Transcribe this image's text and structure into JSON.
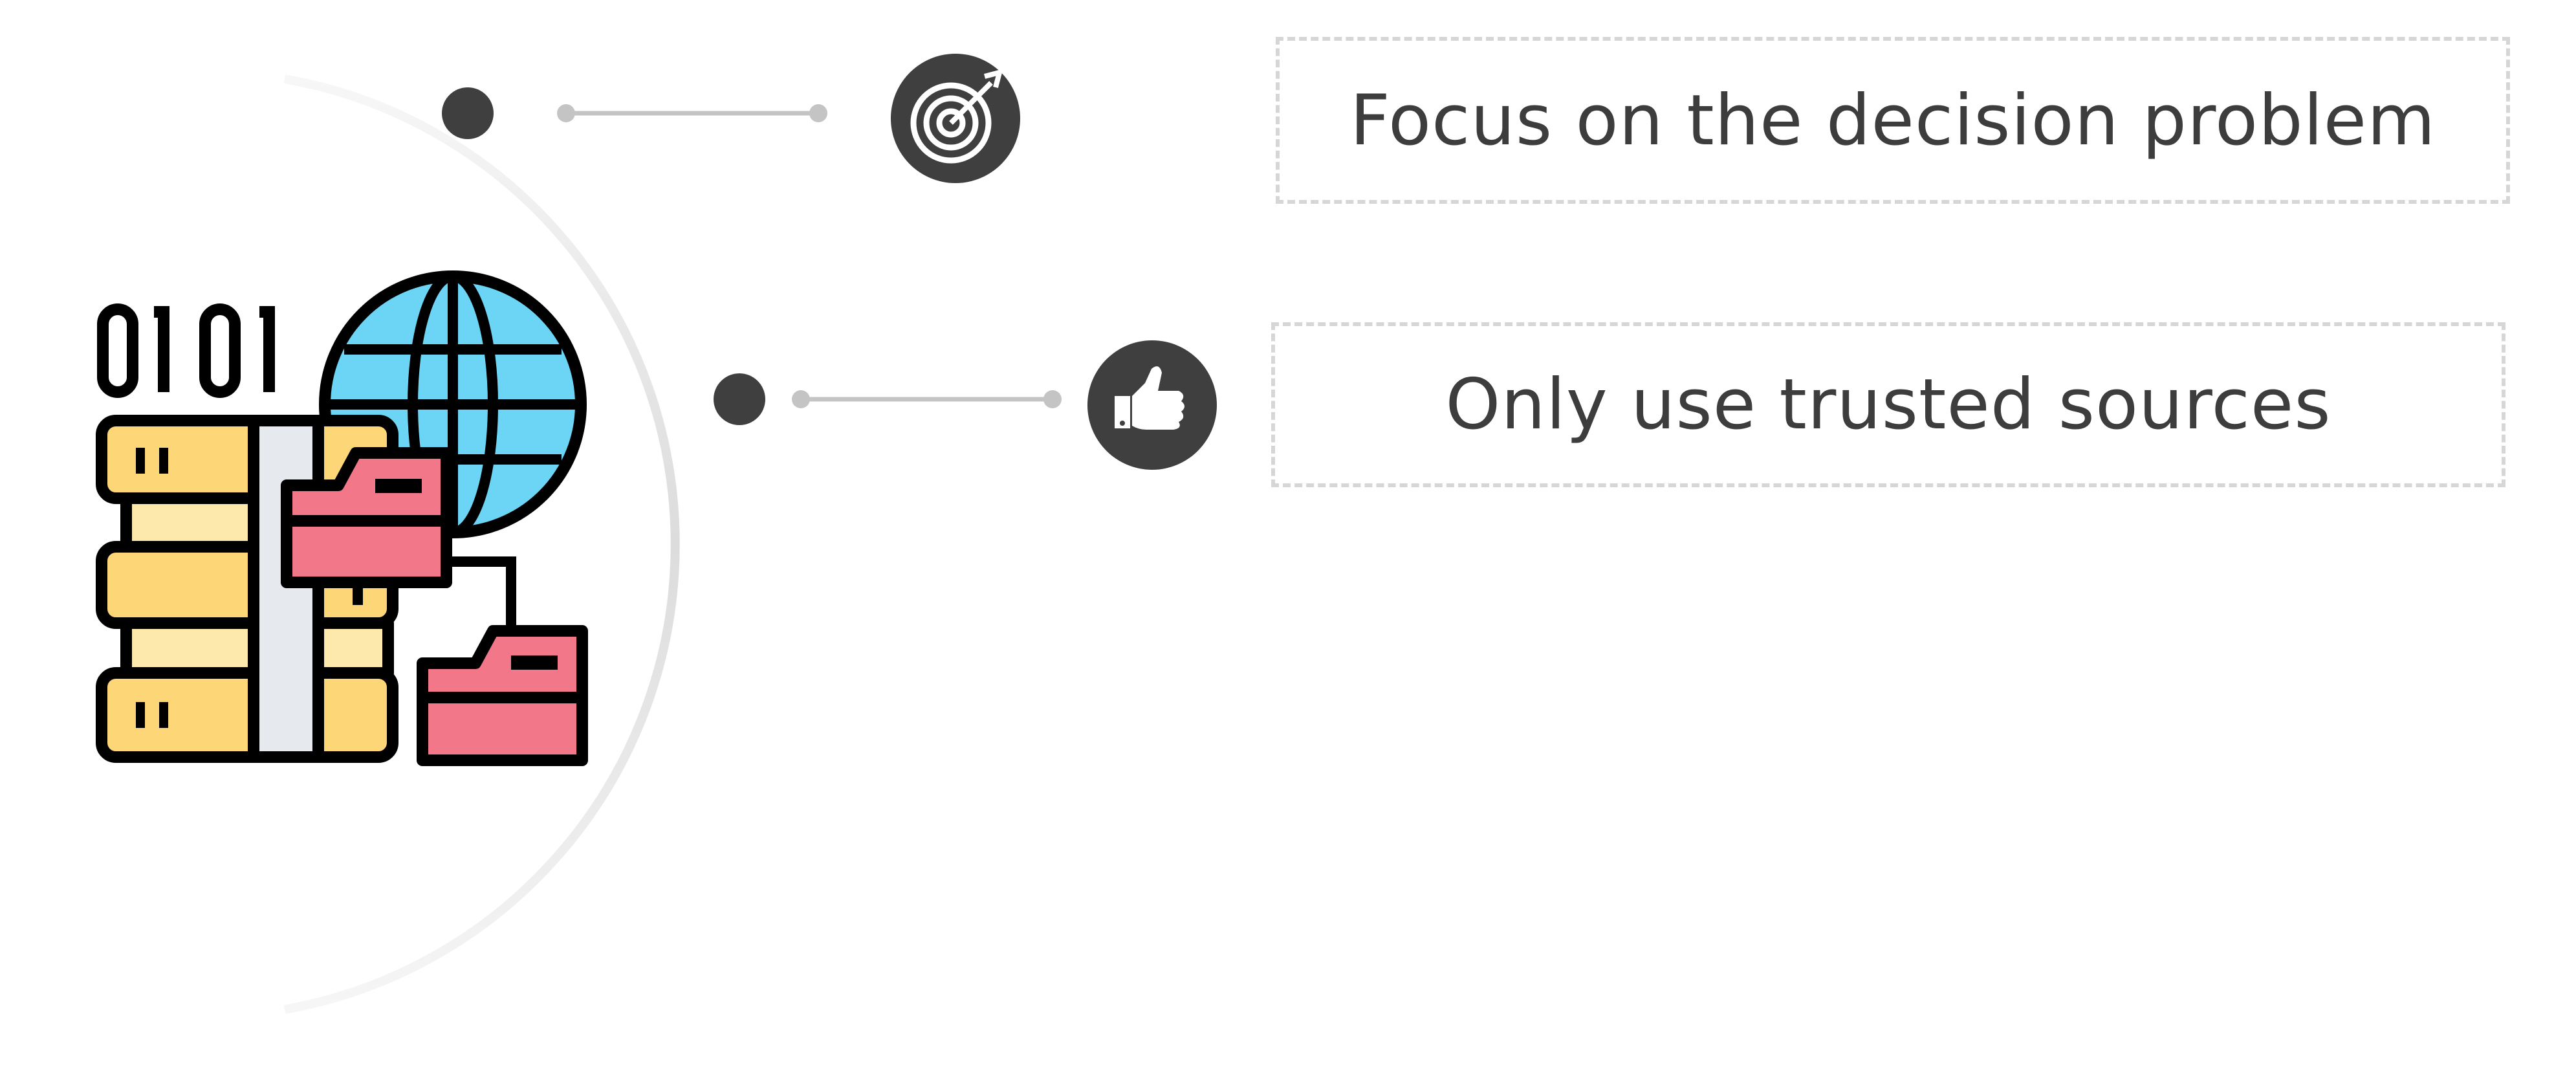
{
  "items": [
    {
      "label": "Focus on the decision problem",
      "icon": "target-icon"
    },
    {
      "label": "Only use trusted sources",
      "icon": "thumbs-up-icon"
    }
  ],
  "colors": {
    "dark": "#3f3f3f",
    "connector": "#c4c4c4",
    "arc": "#e6e6e6",
    "box_border": "#d6d6d6",
    "text": "#3d3d3d",
    "server_yellow": "#fcd677",
    "server_light": "#fde9ac",
    "server_panel": "#e6e9ee",
    "globe_blue": "#6cd4f4",
    "folder_pink": "#f27789",
    "outline": "#000000"
  },
  "illustration": {
    "icon": "data-server-globe-icon",
    "binary_text": "0101"
  }
}
